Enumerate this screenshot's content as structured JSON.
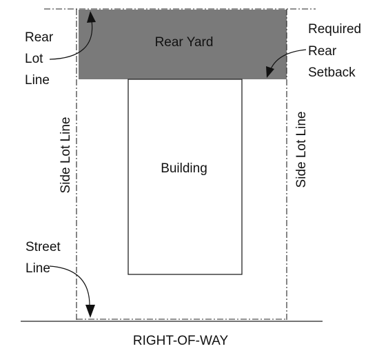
{
  "colors": {
    "rear_yard_fill": "#7a7a7a",
    "line": "#222222",
    "text": "#111111",
    "background": "#ffffff"
  },
  "labels": {
    "rear_yard": "Rear Yard",
    "building": "Building",
    "rear_lot_line": [
      "Rear",
      "Lot",
      "Line"
    ],
    "required_rear_setback": [
      "Required",
      "Rear",
      "Setback"
    ],
    "side_lot_line_left": "Side Lot Line",
    "side_lot_line_right": "Side Lot Line",
    "street_line": [
      "Street",
      "Line"
    ],
    "right_of_way": "RIGHT-OF-WAY"
  }
}
